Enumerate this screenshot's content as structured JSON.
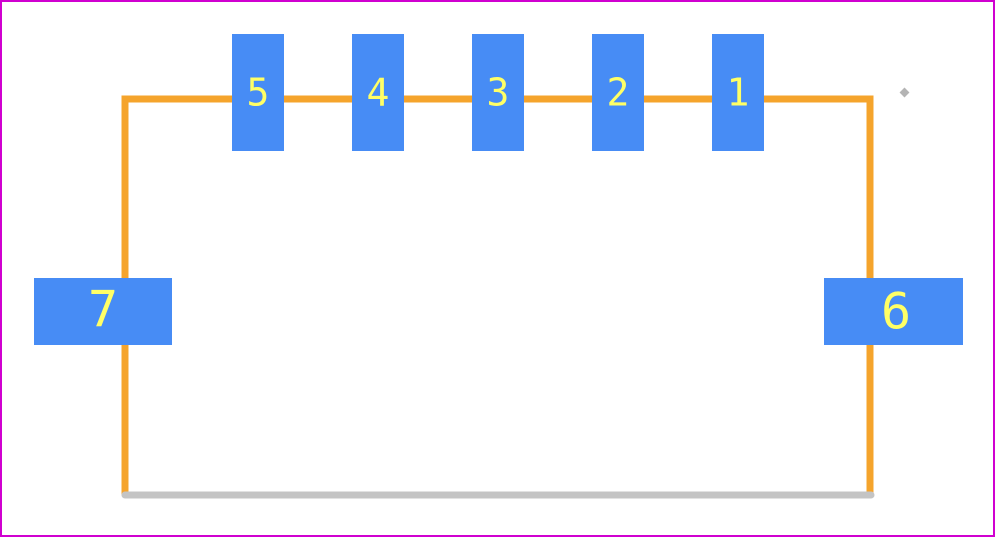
{
  "colors": {
    "border": "#d000d0",
    "outline": "#f5a42c",
    "outline_bottom": "#c4c4c4",
    "pad": "#478cf5",
    "pad_label": "#ffff66",
    "pin1_marker": "#b4b4b4"
  },
  "pads": [
    {
      "id": "5",
      "label": "5"
    },
    {
      "id": "4",
      "label": "4"
    },
    {
      "id": "3",
      "label": "3"
    },
    {
      "id": "2",
      "label": "2"
    },
    {
      "id": "1",
      "label": "1"
    },
    {
      "id": "7",
      "label": "7"
    },
    {
      "id": "6",
      "label": "6"
    }
  ]
}
